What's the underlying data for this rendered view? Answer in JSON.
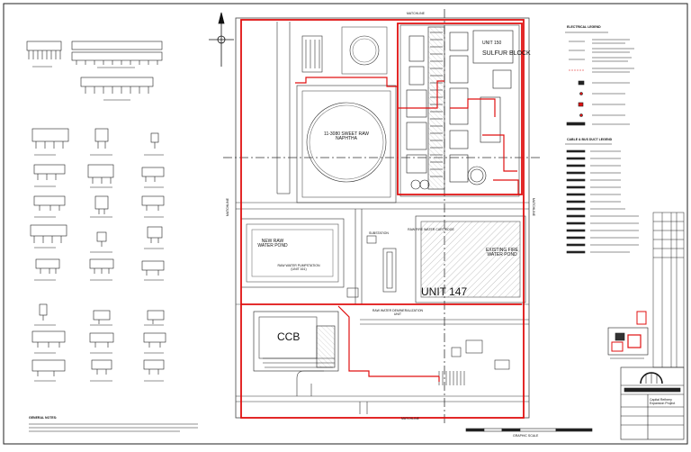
{
  "plan": {
    "sulfur_block": "SULFUR BLOCK",
    "unit_150": "UNIT 150",
    "tank": "11-3080 SWEET RAW NAPHTHA",
    "raw_water_pond": "NEW RAW WATER POND",
    "pump_station": "RAW WATER PUMPSTATION (UNIT 161)",
    "existing_fire_water_pond": "EXISTING FIRE WATER POND",
    "unit_147": "UNIT 147",
    "ccb": "CCB",
    "demin_unit": "RAW WATER DEMINERALIZATION UNIT",
    "sub_label": "SUBSTATION",
    "fire_water_label": "RAW FIRE WATER CARTRIDGE",
    "top_matchline": "MATCHLINE",
    "bottom_matchline": "MATCHLINE",
    "left_matchline": "MATCHLINE",
    "right_matchline": "MATCHLINE"
  },
  "legend": {
    "electrical_title": "ELECTRICAL LEGEND",
    "cable_title": "CABLE & BUS DUCT LEGEND"
  },
  "sections": {
    "notes_title": "GENERAL NOTES:"
  },
  "title_block": {
    "project_line1": "Capital Refinery",
    "project_line2": "Expansion Project"
  },
  "scale": {
    "graphic_scale": "GRAPHIC SCALE"
  },
  "colors": {
    "boundary": "#e01010",
    "line": "#1a1a1a",
    "hatch": "#888888"
  }
}
